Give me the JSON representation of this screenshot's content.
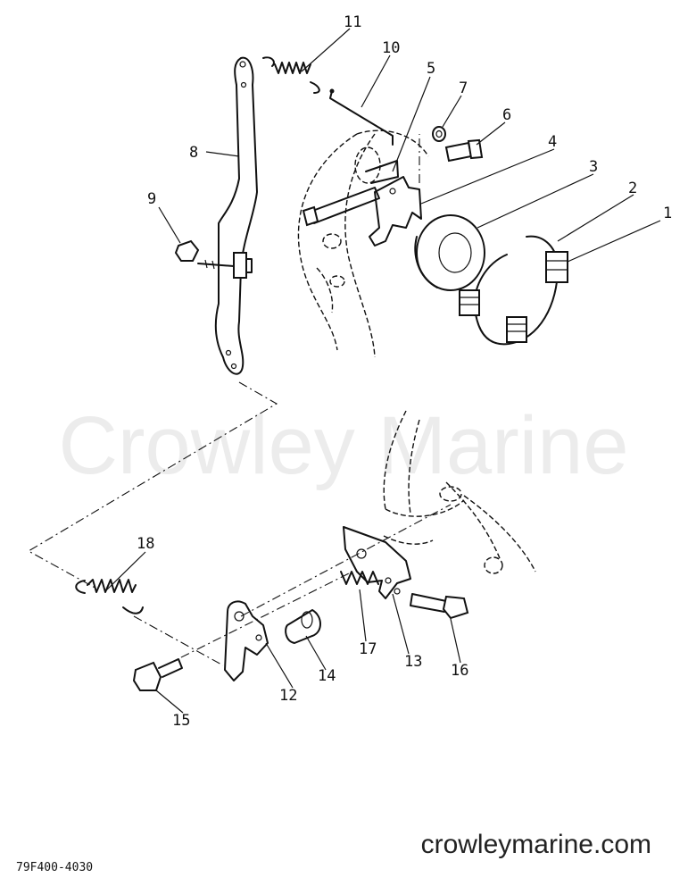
{
  "watermark": "Crowley Marine",
  "part_code": "79F400-4030",
  "site_label": "crowleymarine.com",
  "callouts": [
    "1",
    "2",
    "3",
    "4",
    "5",
    "6",
    "7",
    "8",
    "9",
    "10",
    "11",
    "12",
    "13",
    "14",
    "15",
    "16",
    "17",
    "18"
  ],
  "colors": {
    "ink": "#111111",
    "watermark": "#ececec",
    "background": "#ffffff"
  }
}
